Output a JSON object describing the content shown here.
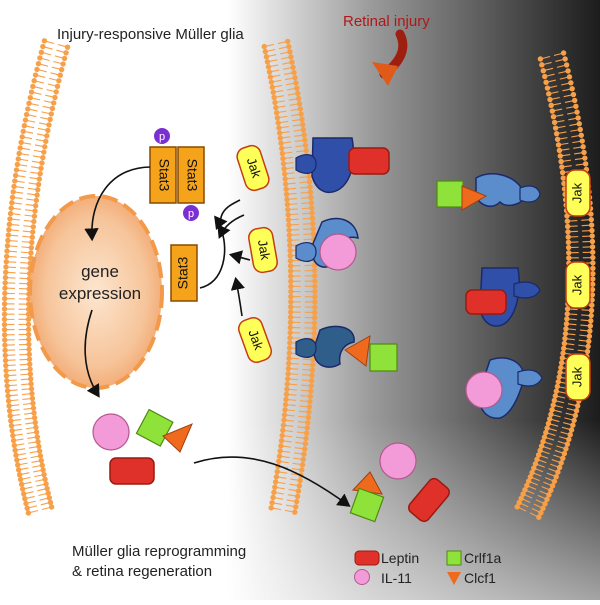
{
  "labels": {
    "title": "Injury-responsive Müller glia",
    "injury": "Retinal injury",
    "gene_line1": "gene",
    "gene_line2": "expression",
    "bottom_line1": "Müller glia reprogramming",
    "bottom_line2": "& retina regeneration",
    "stat3": "Stat3",
    "jak": "Jak",
    "p": "p"
  },
  "legend": [
    {
      "label": "Leptin",
      "shape": "rounded-rect",
      "color": "#e0302a"
    },
    {
      "label": "Crlf1a",
      "shape": "square",
      "color": "#8fe23a"
    },
    {
      "label": "IL-11",
      "shape": "circle",
      "color": "#f29bd8"
    },
    {
      "label": "Clcf1",
      "shape": "triangle",
      "color": "#ef6a1c"
    }
  ],
  "colors": {
    "membrane": "#f7a04a",
    "receptor_dark": "#2f4fa8",
    "receptor_light": "#5b8ccc",
    "jak_fill": "#ffff5a",
    "stat3_fill": "#f5a31a",
    "phospho": "#7b2fd0",
    "nucleus": "#f2a46a",
    "injury_text": "#b01818"
  }
}
